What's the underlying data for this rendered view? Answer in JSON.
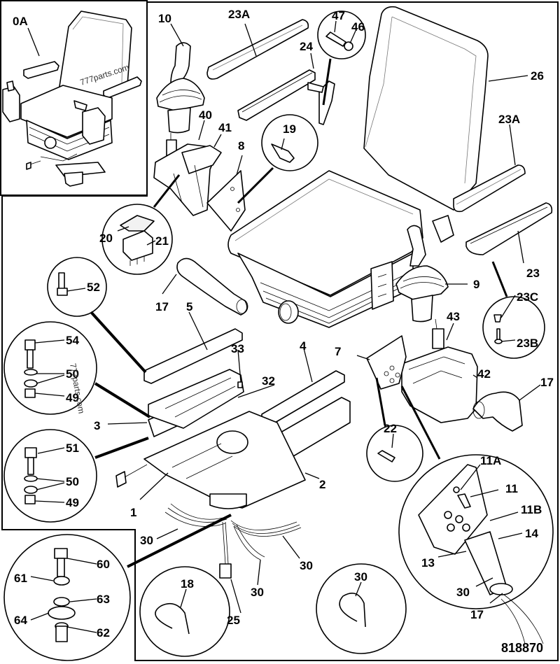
{
  "diagram": {
    "title": "Operator Seat Assembly - Exploded Parts View",
    "reference_number": "818870",
    "watermark": "777parts.com",
    "inset_label": "0A",
    "callouts": [
      {
        "id": "0A",
        "part": "seat-assembly-complete"
      },
      {
        "id": "1",
        "part": "swivel-base-plate"
      },
      {
        "id": "2",
        "part": "slide-rail-right-lower"
      },
      {
        "id": "3",
        "part": "slide-rail-left-lower"
      },
      {
        "id": "4",
        "part": "slide-rail-right-upper"
      },
      {
        "id": "5",
        "part": "slide-rail-left-upper"
      },
      {
        "id": "7",
        "part": "mounting-bracket"
      },
      {
        "id": "8",
        "part": "mounting-bracket"
      },
      {
        "id": "9",
        "part": "joystick-right"
      },
      {
        "id": "10",
        "part": "joystick-left"
      },
      {
        "id": "11",
        "part": "connector"
      },
      {
        "id": "11A",
        "part": "o-ring"
      },
      {
        "id": "11B",
        "part": "plug"
      },
      {
        "id": "13",
        "part": "hose-connector"
      },
      {
        "id": "14",
        "part": "hose-connector"
      },
      {
        "id": "17",
        "part": "boot-sleeve"
      },
      {
        "id": "18",
        "part": "cable-tie"
      },
      {
        "id": "19",
        "part": "bolt"
      },
      {
        "id": "20",
        "part": "switch-cap"
      },
      {
        "id": "21",
        "part": "rocker-switch"
      },
      {
        "id": "22",
        "part": "screw"
      },
      {
        "id": "23",
        "part": "armrest-bracket"
      },
      {
        "id": "23A",
        "part": "armrest-pad"
      },
      {
        "id": "23B",
        "part": "screw"
      },
      {
        "id": "23C",
        "part": "nut"
      },
      {
        "id": "24",
        "part": "armrest-bracket"
      },
      {
        "id": "25",
        "part": "connector-plug"
      },
      {
        "id": "26",
        "part": "seat-cushion-backrest"
      },
      {
        "id": "30",
        "part": "cable-tie"
      },
      {
        "id": "32",
        "part": "frame"
      },
      {
        "id": "33",
        "part": "label"
      },
      {
        "id": "40",
        "part": "console-cover"
      },
      {
        "id": "41",
        "part": "console-housing"
      },
      {
        "id": "42",
        "part": "console-housing-right"
      },
      {
        "id": "43",
        "part": "connector"
      },
      {
        "id": "46",
        "part": "washer"
      },
      {
        "id": "47",
        "part": "bolt"
      },
      {
        "id": "49",
        "part": "bushing"
      },
      {
        "id": "50",
        "part": "washer"
      },
      {
        "id": "51",
        "part": "bolt"
      },
      {
        "id": "52",
        "part": "screw"
      },
      {
        "id": "54",
        "part": "cap-screw"
      },
      {
        "id": "60",
        "part": "bolt"
      },
      {
        "id": "61",
        "part": "washer"
      },
      {
        "id": "62",
        "part": "bushing"
      },
      {
        "id": "63",
        "part": "washer"
      },
      {
        "id": "64",
        "part": "rubber-mount"
      }
    ],
    "labels": {
      "l_0A": "0A",
      "l_10": "10",
      "l_23A_top": "23A",
      "l_47": "47",
      "l_46": "46",
      "l_24": "24",
      "l_26": "26",
      "l_23A_right": "23A",
      "l_40": "40",
      "l_41": "41",
      "l_19": "19",
      "l_8": "8",
      "l_20": "20",
      "l_21": "21",
      "l_52": "52",
      "l_17_left": "17",
      "l_5": "5",
      "l_9": "9",
      "l_23": "23",
      "l_23C": "23C",
      "l_23B": "23B",
      "l_43": "43",
      "l_54": "54",
      "l_50_top": "50",
      "l_49_top": "49",
      "l_33": "33",
      "l_4": "4",
      "l_7": "7",
      "l_32": "32",
      "l_42": "42",
      "l_17_right": "17",
      "l_3": "3",
      "l_22": "22",
      "l_51": "51",
      "l_50_bot": "50",
      "l_49_bot": "49",
      "l_11A": "11A",
      "l_11": "11",
      "l_11B": "11B",
      "l_14": "14",
      "l_13": "13",
      "l_2": "2",
      "l_1": "1",
      "l_30_a": "30",
      "l_30_b": "30",
      "l_30_c": "30",
      "l_30_d": "30",
      "l_30_e": "30",
      "l_60": "60",
      "l_61": "61",
      "l_63": "63",
      "l_64": "64",
      "l_62": "62",
      "l_18": "18",
      "l_25": "25",
      "l_17_bot": "17"
    }
  }
}
